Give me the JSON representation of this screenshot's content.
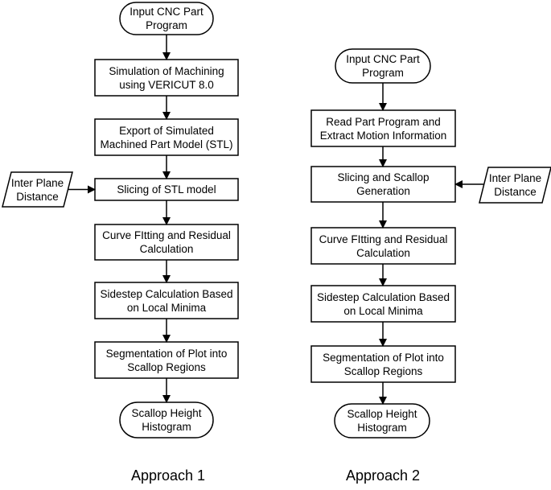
{
  "approach1": {
    "caption": "Approach 1",
    "start": {
      "lines": [
        "Input CNC Part",
        "Program"
      ]
    },
    "simulation": {
      "lines": [
        "Simulation of Machining",
        "using VERICUT 8.0"
      ]
    },
    "export": {
      "lines": [
        "Export of Simulated",
        "Machined Part Model (STL)"
      ]
    },
    "slicing": {
      "lines": [
        "Slicing of STL model"
      ]
    },
    "input": {
      "lines": [
        "Inter Plane",
        "Distance"
      ]
    },
    "curve_fitting": {
      "lines": [
        "Curve FItting and Residual",
        "Calculation"
      ]
    },
    "sidestep": {
      "lines": [
        "Sidestep Calculation Based",
        "on Local Minima"
      ]
    },
    "segmentation": {
      "lines": [
        "Segmentation of Plot into",
        "Scallop Regions"
      ]
    },
    "end": {
      "lines": [
        "Scallop Height",
        "Histogram"
      ]
    }
  },
  "approach2": {
    "caption": "Approach 2",
    "start": {
      "lines": [
        "Input CNC Part",
        "Program"
      ]
    },
    "read": {
      "lines": [
        "Read Part Program and",
        "Extract Motion Information"
      ]
    },
    "slicing": {
      "lines": [
        "Slicing and Scallop",
        "Generation"
      ]
    },
    "input": {
      "lines": [
        "Inter Plane",
        "Distance"
      ]
    },
    "curve_fitting": {
      "lines": [
        "Curve FItting and Residual",
        "Calculation"
      ]
    },
    "sidestep": {
      "lines": [
        "Sidestep Calculation Based",
        "on Local Minima"
      ]
    },
    "segmentation": {
      "lines": [
        "Segmentation of Plot into",
        "Scallop Regions"
      ]
    },
    "end": {
      "lines": [
        "Scallop Height",
        "Histogram"
      ]
    }
  }
}
